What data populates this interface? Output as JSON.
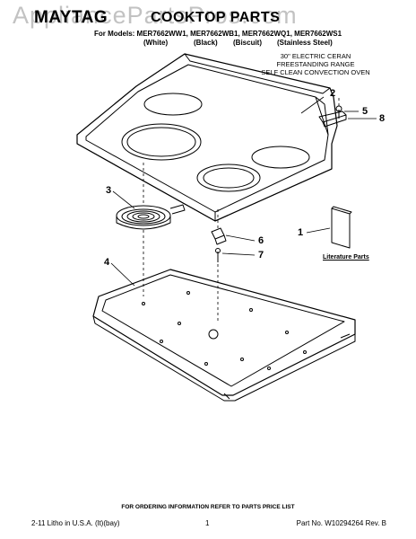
{
  "header": {
    "brand": "MAYTAG",
    "title": "COOKTOP PARTS",
    "watermark": "AppliancePartsPros.com",
    "models_line": "For Models: MER7662WW1, MER7662WB1, MER7662WQ1, MER7662WS1",
    "colors": [
      "(White)",
      "(Black)",
      "(Biscuit)",
      "(Stainless Steel)"
    ]
  },
  "description": [
    "30\" ELECTRIC CERAN",
    "FREESTANDING RANGE",
    "SELF CLEAN CONVECTION OVEN"
  ],
  "callouts": [
    "1",
    "2",
    "3",
    "4",
    "5",
    "6",
    "7",
    "8"
  ],
  "literature_label": "Literature Parts",
  "footer": {
    "note": "FOR ORDERING INFORMATION REFER TO PARTS PRICE LIST",
    "left": "2-11 Litho in U.S.A. (lt)(bay)",
    "center": "1",
    "right": "Part No. W10294264 Rev. B"
  }
}
